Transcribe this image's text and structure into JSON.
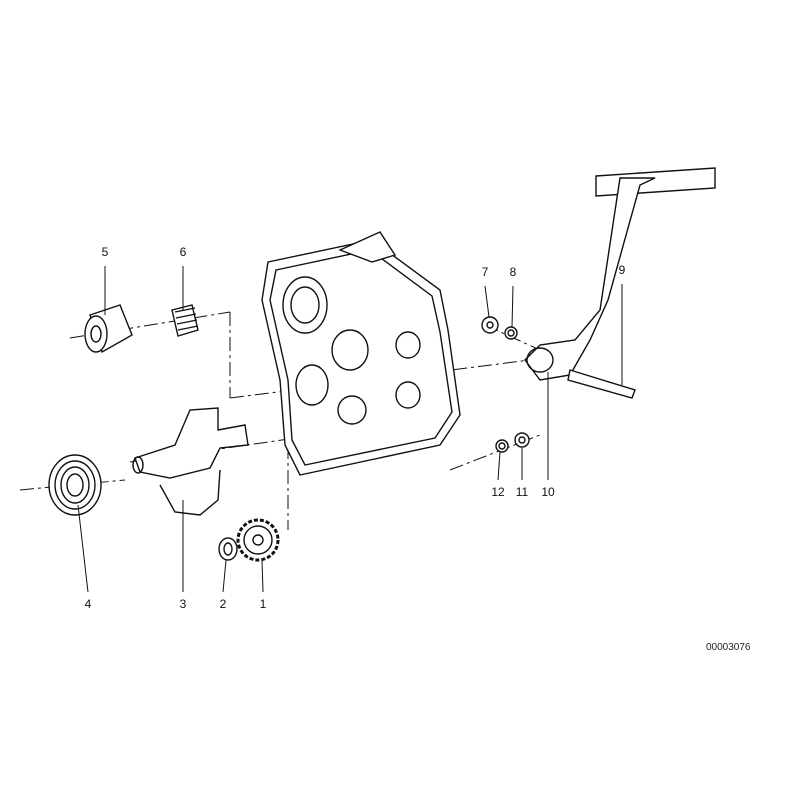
{
  "diagram": {
    "part_labels": [
      "1",
      "2",
      "3",
      "4",
      "5",
      "6",
      "7",
      "8",
      "9",
      "10",
      "11",
      "12"
    ],
    "drawing_number": "00003076"
  }
}
